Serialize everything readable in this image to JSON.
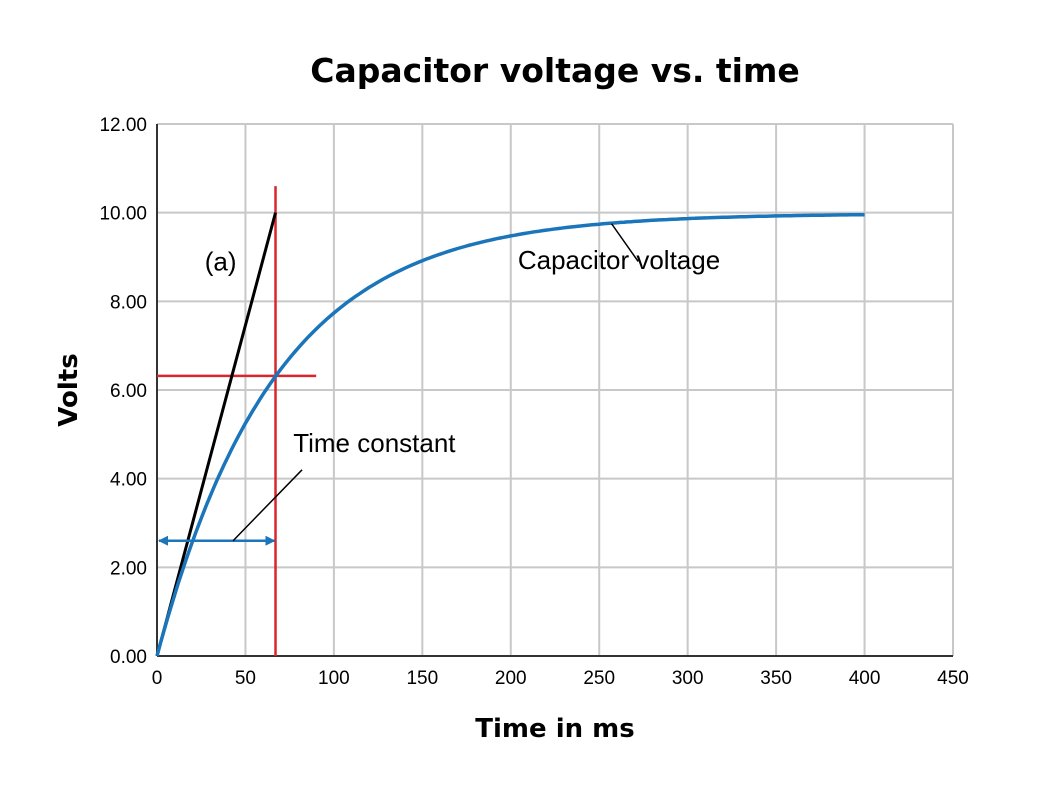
{
  "chart_data": {
    "type": "line",
    "title": "Capacitor voltage vs. time",
    "xlabel": "Time in ms",
    "ylabel": "Volts",
    "xlim": [
      0,
      450
    ],
    "ylim": [
      0,
      12
    ],
    "x_ticks": [
      "0",
      "50",
      "100",
      "150",
      "200",
      "250",
      "300",
      "350",
      "400",
      "450"
    ],
    "y_ticks": [
      "0.00",
      "2.00",
      "4.00",
      "6.00",
      "8.00",
      "10.00",
      "12.00"
    ],
    "grid": true,
    "series": [
      {
        "name": "Capacitor voltage",
        "color": "#1a75bb",
        "x": [
          0,
          25,
          50,
          67,
          100,
          150,
          200,
          250,
          300,
          350,
          400
        ],
        "y": [
          0,
          3.1,
          5.25,
          6.32,
          7.77,
          8.93,
          9.49,
          9.76,
          9.89,
          9.95,
          9.98
        ]
      }
    ],
    "annotations": {
      "tangent_line": {
        "label": "(a)",
        "color": "#000000",
        "from": [
          0,
          0
        ],
        "to": [
          67,
          10
        ]
      },
      "time_constant_vertical": {
        "color": "#d9262c",
        "x": 67,
        "y_range": [
          0,
          10.6
        ]
      },
      "time_constant_horizontal": {
        "color": "#d9262c",
        "y": 6.32,
        "x_range": [
          0,
          90
        ]
      },
      "time_constant_arrow": {
        "label": "Time constant",
        "color": "#1a75bb",
        "y": 2.6,
        "x_range": [
          0,
          67
        ]
      },
      "curve_label": {
        "label": "Capacitor voltage"
      }
    }
  }
}
